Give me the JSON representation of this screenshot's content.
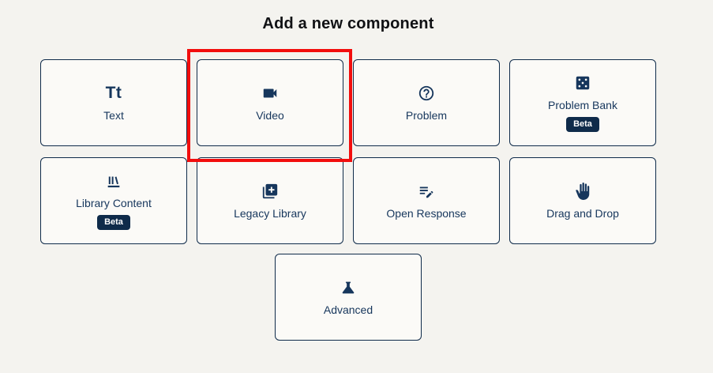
{
  "page": {
    "title": "Add a new component",
    "background_color": "#f4f3ef"
  },
  "colors": {
    "navy_ink": "#16365c",
    "button_border": "#0f2b4a",
    "button_background": "#fbfaf7",
    "badge_background": "#0f2b4a",
    "badge_text": "#ffffff",
    "highlight_red": "#f20d0d"
  },
  "badge_label": "Beta",
  "icons": {
    "text_glyph": "Tt"
  },
  "components": [
    {
      "label": "Text",
      "icon": "text-icon",
      "beta": false,
      "highlighted": false
    },
    {
      "label": "Video",
      "icon": "videocam-icon",
      "beta": false,
      "highlighted": true
    },
    {
      "label": "Problem",
      "icon": "help-icon",
      "beta": false,
      "highlighted": false
    },
    {
      "label": "Problem Bank",
      "icon": "dice-icon",
      "beta": true,
      "highlighted": false
    },
    {
      "label": "Library Content",
      "icon": "library-icon",
      "beta": true,
      "highlighted": false
    },
    {
      "label": "Legacy Library",
      "icon": "library-add-icon",
      "beta": false,
      "highlighted": false
    },
    {
      "label": "Open Response",
      "icon": "edit-note-icon",
      "beta": false,
      "highlighted": false
    },
    {
      "label": "Drag and Drop",
      "icon": "hand-icon",
      "beta": false,
      "highlighted": false
    },
    {
      "label": "Advanced",
      "icon": "flask-icon",
      "beta": false,
      "highlighted": false
    }
  ]
}
